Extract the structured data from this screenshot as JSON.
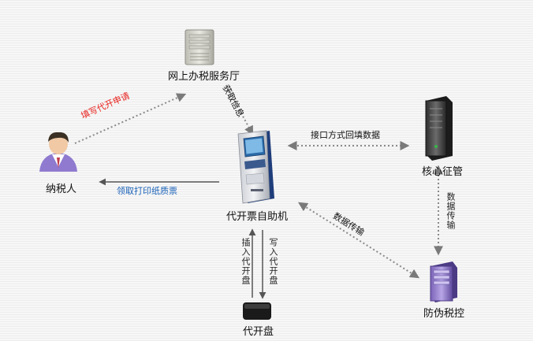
{
  "nodes": {
    "online_hall": {
      "label": "网上办税服务厅",
      "icon": "server-tower-icon"
    },
    "taxpayer": {
      "label": "纳税人",
      "icon": "person-icon"
    },
    "kiosk": {
      "label": "代开票自助机",
      "icon": "kiosk-icon"
    },
    "core": {
      "label": "核心征管",
      "icon": "dark-server-icon"
    },
    "anti_fraud": {
      "label": "防伪税控",
      "icon": "purple-server-icon"
    },
    "disk": {
      "label": "代开盘",
      "icon": "disk-icon"
    }
  },
  "edges": {
    "fill_request": "填写代开申请",
    "get_info": "获取信息",
    "interface_backfill": "接口方式回填数据",
    "receive_invoice": "领取打印纸质票",
    "data_transfer_left": "数据传输",
    "data_transfer_right": "数据传输",
    "insert_disk": "插入代开盘",
    "write_disk": "写入代开盘"
  },
  "colors": {
    "red_label": "#e8231f",
    "blue_label": "#1b62b8",
    "dotted_arrow": "#8a8a8a",
    "solid_arrow": "#555555"
  }
}
